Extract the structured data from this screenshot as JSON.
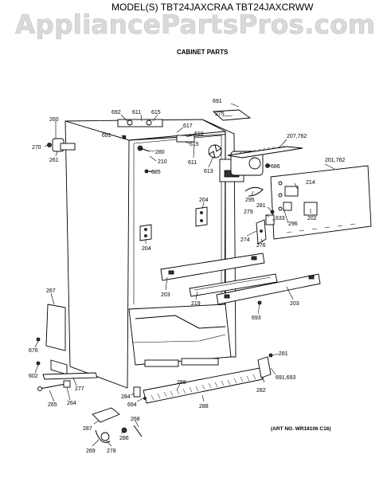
{
  "watermark": "AppliancePartsPros.com",
  "header": {
    "models": "MODEL(S)  TBT24JAXCRAA  TBT24JAXCRWW",
    "section": "CABINET PARTS"
  },
  "art_number": "(ART NO. WR18106 C16)",
  "callouts": {
    "c691a": "691",
    "c275": "275",
    "c692": "692",
    "c611a": "611",
    "c615a": "615",
    "c617": "617",
    "c610": "610",
    "c691b": "691",
    "c615b": "615",
    "c260": "260",
    "c270": "270",
    "c261": "261",
    "c280": "280",
    "c210": "210",
    "c611b": "611",
    "c613": "613",
    "c685a": "685",
    "c207": "207,762",
    "c201": "201,762",
    "c686": "686",
    "c214": "214",
    "c295": "295",
    "c281a": "281",
    "c279": "279",
    "c633": "633",
    "c296": "296",
    "c202": "202",
    "c204a": "204",
    "c204b": "204",
    "c274": "274",
    "c276": "276",
    "c203a": "203",
    "c219": "219",
    "c203b": "203",
    "c693": "693",
    "c267": "267",
    "c676": "676",
    "c602": "602",
    "c277": "277",
    "c265": "265",
    "c264": "264",
    "c284": "284",
    "c694": "694",
    "c288a": "288",
    "c288b": "288",
    "c281b": "281",
    "c282": "282",
    "c691c": "691,693",
    "c287": "287",
    "c268": "268",
    "c286": "286",
    "c269": "269",
    "c278": "278"
  }
}
